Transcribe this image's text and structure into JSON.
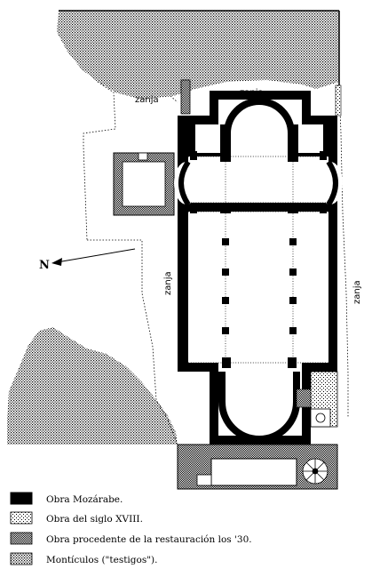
{
  "labels": {
    "zanja_left_top": "zanja",
    "zanja_top": "zanja",
    "zanja_left_side": "zanja",
    "zanja_right_side": "zanja",
    "north": "N"
  },
  "legend": [
    {
      "key": "mozarabe",
      "text": "Obra Mozárabe."
    },
    {
      "key": "xviii",
      "text": "Obra del siglo XVIII."
    },
    {
      "key": "restauracion",
      "text": "Obra procedente de la restauración los '30."
    },
    {
      "key": "monticulos",
      "text": "Montículos (\"testigos\")."
    }
  ]
}
